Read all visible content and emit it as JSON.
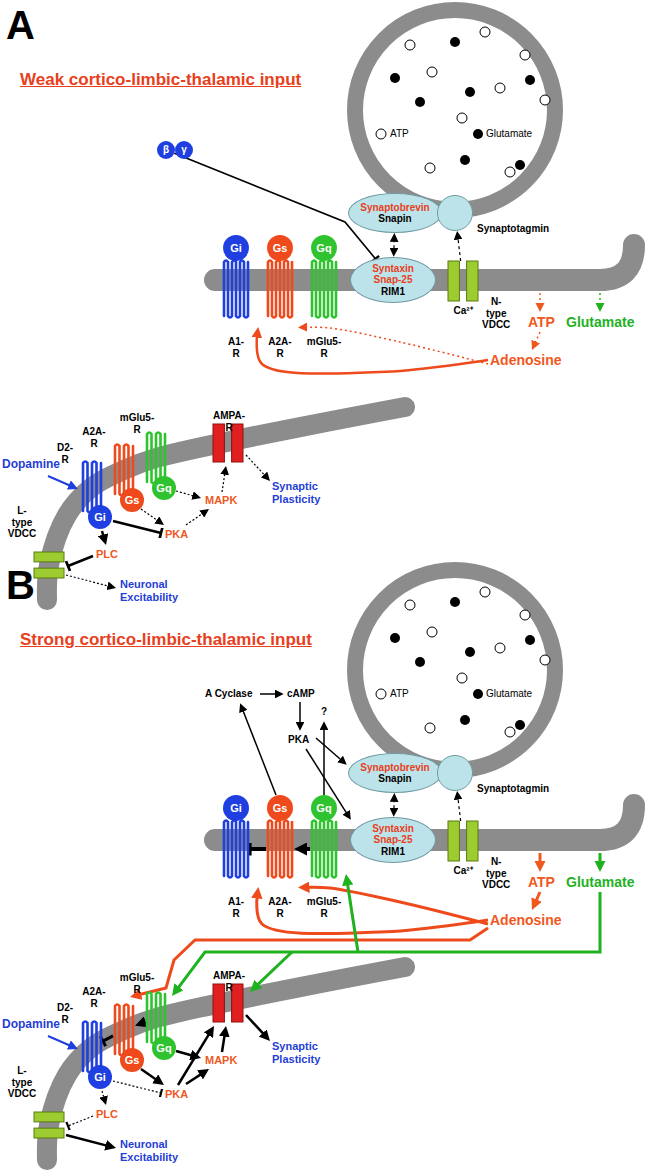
{
  "diagram": {
    "nodes": [
      {
        "text": [
          "β"
        ]
      },
      {
        "text": [
          "γ"
        ]
      },
      {
        "text": [
          "Gi"
        ]
      },
      {
        "text": [
          "Gs"
        ]
      },
      {
        "text": [
          "Gq"
        ]
      },
      {
        "text": [
          "A1-R"
        ]
      },
      {
        "text": [
          "A2A-R"
        ]
      },
      {
        "text": [
          "mGlu5-R"
        ]
      },
      {
        "text": [
          "Synaptobrevin",
          "Snapin"
        ]
      },
      {
        "text": [
          "Synaptotagmin"
        ]
      },
      {
        "text": [
          "Syntaxin Snap-25",
          "RIM1"
        ]
      },
      {
        "text": [
          "N-type VDCC"
        ]
      },
      {
        "text": [
          "mGlu5-R"
        ]
      },
      {
        "text": [
          "A2A-R"
        ]
      },
      {
        "text": [
          "D2-R"
        ]
      },
      {
        "text": [
          "AMPA-R"
        ]
      },
      {
        "text": [
          "Gi"
        ]
      },
      {
        "text": [
          "Gs"
        ]
      },
      {
        "text": [
          "Gq"
        ]
      },
      {
        "text": [
          "L-type VDCC"
        ]
      },
      {
        "text": [
          "Gi"
        ]
      },
      {
        "text": [
          "Gs"
        ]
      },
      {
        "text": [
          "Gq"
        ]
      },
      {
        "text": [
          "A1-R"
        ]
      },
      {
        "text": [
          "A2A-R"
        ]
      },
      {
        "text": [
          "mGlu5-R"
        ]
      },
      {
        "text": [
          "Synaptobrevin",
          "Snapin"
        ]
      },
      {
        "text": [
          "Synaptotagmin"
        ]
      },
      {
        "text": [
          "Syntaxin Snap-25",
          "RIM1"
        ]
      },
      {
        "text": [
          "N-type VDCC"
        ]
      },
      {
        "text": [
          "mGlu5-R"
        ]
      },
      {
        "text": [
          "A2A-R"
        ]
      },
      {
        "text": [
          "D2-R"
        ]
      },
      {
        "text": [
          "AMPA-R"
        ]
      },
      {
        "text": [
          "Gi"
        ]
      },
      {
        "text": [
          "Gs"
        ]
      },
      {
        "text": [
          "Gq"
        ]
      },
      {
        "text": [
          "L-type VDCC"
        ]
      }
    ],
    "edges": [
      {
        "from": 0,
        "to": 10,
        "arrow": "to"
      },
      {
        "from": 8,
        "to": 10,
        "arrow": "both"
      },
      {
        "from": 11,
        "to": 9,
        "arrow": "to"
      },
      {
        "from": 25,
        "to": 24,
        "arrow": "to"
      },
      {
        "from": 24,
        "to": 23,
        "arrow": "to"
      },
      {
        "from": 26,
        "to": 28,
        "arrow": "both"
      },
      {
        "from": 29,
        "to": 27,
        "arrow": "to"
      },
      {
        "from": 30,
        "to": 31,
        "arrow": "to"
      },
      {
        "from": 31,
        "to": 32,
        "arrow": "to"
      }
    ],
    "labels": [
      "A",
      "Weak cortico-limbic-thalamic input",
      "ATP",
      "Glutamate",
      "Ca²⁺",
      "ATP",
      "Glutamate",
      "Adenosine",
      "Dopamine",
      "PKA",
      "MAPK",
      "PLC",
      "Synaptic Plasticity",
      "Neuronal Excitability",
      "B",
      "Strong cortico-limbic-thalamic input",
      "ATP",
      "Glutamate",
      "A Cyclase",
      "cAMP",
      "?",
      "PKA",
      "Ca²⁺",
      "ATP",
      "Glutamate",
      "Adenosine",
      "Dopamine",
      "PKA",
      "MAPK",
      "PLC",
      "Synaptic Plasticity",
      "Neuronal Excitability"
    ]
  }
}
